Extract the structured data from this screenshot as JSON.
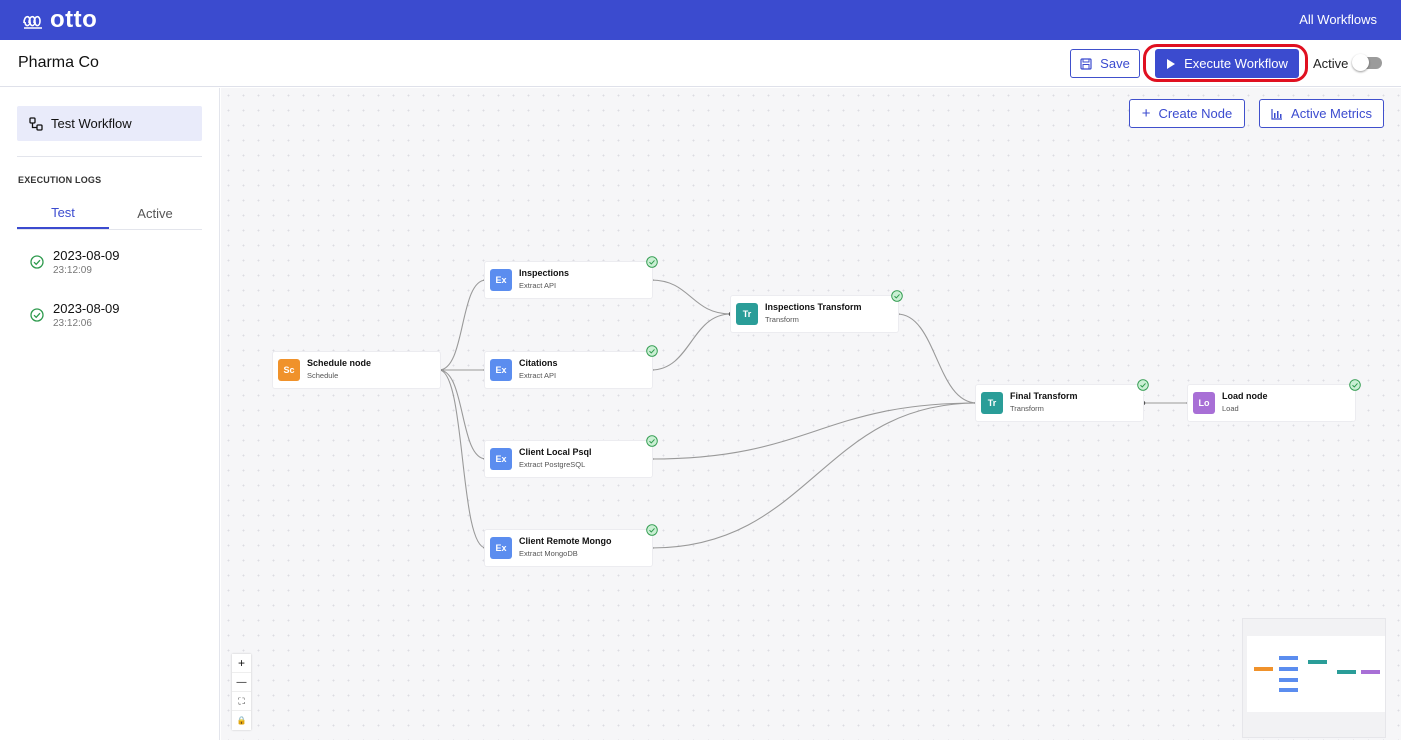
{
  "app": {
    "brand": "otto",
    "nav_link": "All Workflows"
  },
  "header": {
    "project_title": "Pharma Co",
    "save_label": "Save",
    "execute_label": "Execute Workflow",
    "active_label": "Active",
    "active_toggle_on": false
  },
  "sidebar": {
    "workflow_name": "Test Workflow",
    "logs_heading": "EXECUTION LOGS",
    "tabs": [
      {
        "label": "Test",
        "selected": true
      },
      {
        "label": "Active",
        "selected": false
      }
    ],
    "logs": [
      {
        "date": "2023-08-09",
        "time": "23:12:09",
        "status": "success"
      },
      {
        "date": "2023-08-09",
        "time": "23:12:06",
        "status": "success"
      }
    ]
  },
  "canvas": {
    "create_node_label": "Create Node",
    "active_metrics_label": "Active Metrics",
    "nodes": [
      {
        "id": "schedule",
        "badge": "Sc",
        "badge_color": "#f0922b",
        "title": "Schedule node",
        "subtitle": "Schedule",
        "status": "none"
      },
      {
        "id": "inspections",
        "badge": "Ex",
        "badge_color": "#5b8def",
        "title": "Inspections",
        "subtitle": "Extract API",
        "status": "success"
      },
      {
        "id": "citations",
        "badge": "Ex",
        "badge_color": "#5b8def",
        "title": "Citations",
        "subtitle": "Extract API",
        "status": "success"
      },
      {
        "id": "client-local-psql",
        "badge": "Ex",
        "badge_color": "#5b8def",
        "title": "Client Local Psql",
        "subtitle": "Extract PostgreSQL",
        "status": "success"
      },
      {
        "id": "client-remote-mongo",
        "badge": "Ex",
        "badge_color": "#5b8def",
        "title": "Client Remote Mongo",
        "subtitle": "Extract MongoDB",
        "status": "success"
      },
      {
        "id": "inspections-transform",
        "badge": "Tr",
        "badge_color": "#2a9d98",
        "title": "Inspections Transform",
        "subtitle": "Transform",
        "status": "success"
      },
      {
        "id": "final-transform",
        "badge": "Tr",
        "badge_color": "#2a9d98",
        "title": "Final Transform",
        "subtitle": "Transform",
        "status": "success"
      },
      {
        "id": "load",
        "badge": "Lo",
        "badge_color": "#a86fd6",
        "title": "Load node",
        "subtitle": "Load",
        "status": "success"
      }
    ],
    "zoom_controls": [
      "+",
      "—",
      "⛶",
      "🔒"
    ]
  },
  "colors": {
    "brand": "#3b4bcf",
    "success": "#2e9a4d",
    "highlight_ring": "#e01020"
  }
}
